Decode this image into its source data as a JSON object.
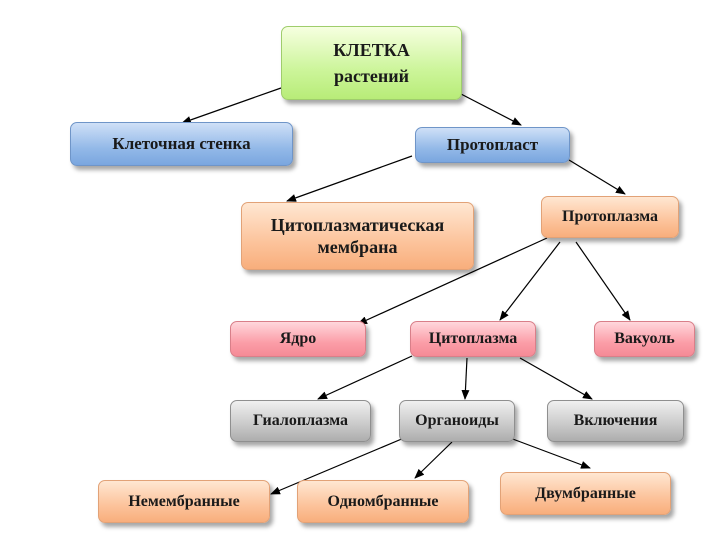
{
  "nodes": {
    "kletka": {
      "line1": "КЛЕТКА",
      "line2": "растений"
    },
    "stenka": "Клеточная стенка",
    "protoplast": "Протопласт",
    "membrana": {
      "line1": "Цитоплазматическая",
      "line2": "мембрана"
    },
    "protoplazma": "Протоплазма",
    "yadro": "Ядро",
    "citoplazma": "Цитоплазма",
    "vakuol": "Вакуоль",
    "gialoplazma": "Гиалоплазма",
    "organoidy": "Органоиды",
    "vklyucheniya": "Включения",
    "nemembrannye": "Немембранные",
    "odnomembrannye": "Одномбранные",
    "dvumbrannye": "Двумбранные"
  },
  "colors": {
    "green": "#ccf59a",
    "blue": "#93b9e8",
    "orange": "#fcc39b",
    "pink": "#fb9ea8",
    "grey": "#c9c9c9",
    "arrow": "#000000"
  }
}
